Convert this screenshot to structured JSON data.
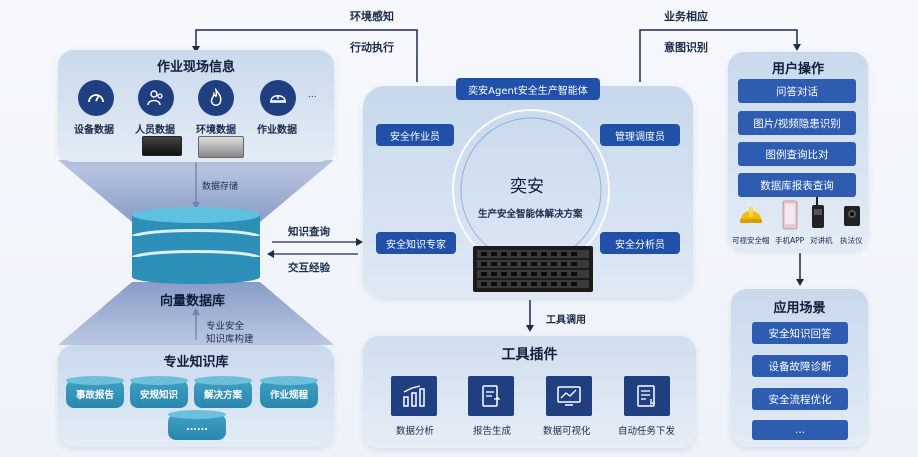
{
  "top_flow": {
    "left_label_1": "环境感知",
    "left_label_2": "行动执行",
    "right_label_1": "业务相应",
    "right_label_2": "意图识别"
  },
  "site_info": {
    "title": "作业现场信息",
    "items": [
      {
        "label": "设备数据",
        "icon": "speedometer-icon"
      },
      {
        "label": "人员数据",
        "icon": "people-icon"
      },
      {
        "label": "环境数据",
        "icon": "flame-icon"
      },
      {
        "label": "作业数据",
        "icon": "helmet-icon"
      }
    ],
    "more": "...",
    "storage_label": "数据存储"
  },
  "vector_db": {
    "title": "向量数据库",
    "build_label_1": "专业安全",
    "build_label_2": "知识库构建",
    "query_label": "知识查询",
    "exchange_label": "交互经验"
  },
  "knowledge_base": {
    "title": "专业知识库",
    "items": [
      "事故报告",
      "安规知识",
      "解决方案",
      "作业规程"
    ],
    "more": "......"
  },
  "agent": {
    "header": "奕安Agent安全生产智能体",
    "center_title": "奕安",
    "center_subtitle": "生产安全智能体解决方案",
    "roles": [
      "安全作业员",
      "管理调度员",
      "安全知识专家",
      "安全分析员"
    ],
    "tool_call_label": "工具调用"
  },
  "tools": {
    "title": "工具插件",
    "items": [
      {
        "label": "数据分析",
        "icon": "bar-chart-icon"
      },
      {
        "label": "报告生成",
        "icon": "report-icon"
      },
      {
        "label": "数据可视化",
        "icon": "line-chart-icon"
      },
      {
        "label": "自动任务下发",
        "icon": "task-list-icon"
      }
    ]
  },
  "user_ops": {
    "title": "用户操作",
    "buttons": [
      "问答对话",
      "图片/视频隐患识别",
      "图例查询比对",
      "数据库报表查询"
    ],
    "devices": [
      "可视安全帽",
      "手机APP",
      "对讲机",
      "执法仪"
    ]
  },
  "scenarios": {
    "title": "应用场景",
    "buttons": [
      "安全知识回答",
      "设备故障诊断",
      "安全流程优化",
      "..."
    ]
  },
  "colors": {
    "dark_blue": "#1f3f80",
    "button_blue": "#2050a8",
    "cyan": "#3fa0c4",
    "panel_bg": "#d3e1f0"
  }
}
